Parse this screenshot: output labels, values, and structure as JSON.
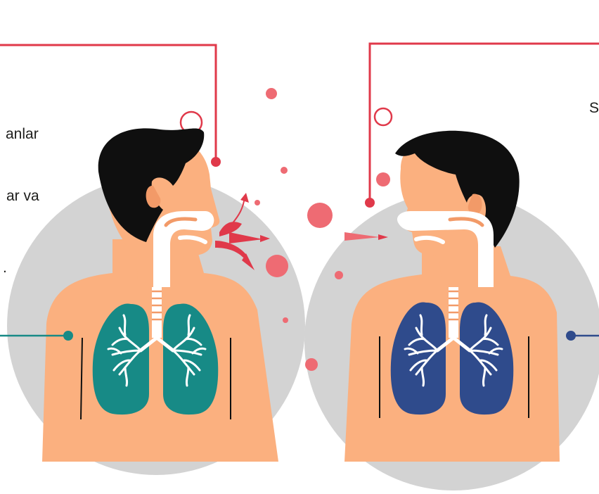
{
  "left_panel": {
    "text_lines": [
      "anlar",
      "ar va",
      "."
    ],
    "accent_color": "#e0394a",
    "lung_color": "#178a86",
    "lung_line_color": "#178a86"
  },
  "right_panel": {
    "text_lines": [
      "S"
    ],
    "accent_color": "#e0394a",
    "lung_color": "#2f4b8c",
    "lung_line_color": "#2f4b8c"
  },
  "colors": {
    "skin": "#fbb07f",
    "hair": "#0f0f0f",
    "circle_bg": "#d3d3d3",
    "droplet": "#ee6b73",
    "airway": "#ffffff"
  },
  "icons": [
    "droplet-particle",
    "airflow-arrow",
    "lungs",
    "person-head"
  ]
}
